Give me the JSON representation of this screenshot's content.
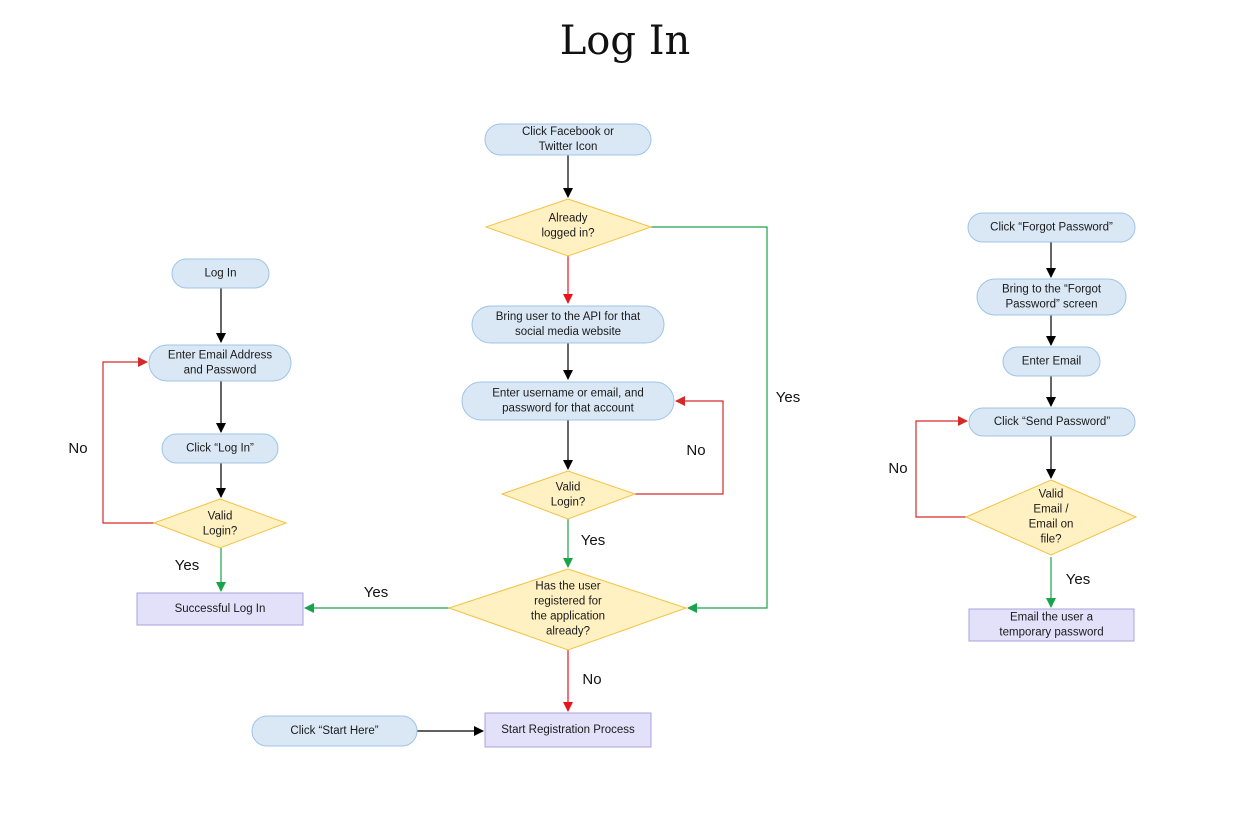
{
  "title": "Log In",
  "colors": {
    "flow": "#000000",
    "yes": "#1aa34a",
    "no": "#e8141b",
    "loop": "#d42a2a",
    "terminal_fill": "#dae8f6",
    "process_fill": "#e3e0fa",
    "decision_fill": "#fff1c2"
  },
  "nodes": {
    "fb_click": [
      "Click Facebook or",
      "Twitter Icon"
    ],
    "already_logged": [
      "Already",
      "logged in?"
    ],
    "bring_api": [
      "Bring user to the API for that",
      "social media website"
    ],
    "enter_user": [
      "Enter username or email, and",
      "password for that account"
    ],
    "valid_mid": [
      "Valid",
      "Login?"
    ],
    "registered": [
      "Has the user",
      "registered for",
      "the application",
      "already?"
    ],
    "start_reg": [
      "Start Registration Process"
    ],
    "click_start": [
      "Click “Start Here”"
    ],
    "login_start": [
      "Log In"
    ],
    "enter_email_pw": [
      "Enter Email Address",
      "and Password"
    ],
    "click_login": [
      "Click “Log In”"
    ],
    "valid_left": [
      "Valid",
      "Login?"
    ],
    "success": [
      "Successful Log In"
    ],
    "forgot_click": [
      "Click “Forgot Password”"
    ],
    "forgot_screen": [
      "Bring to the “Forgot",
      "Password” screen"
    ],
    "enter_email": [
      "Enter Email"
    ],
    "send_pw": [
      "Click “Send Password”"
    ],
    "valid_email": [
      "Valid",
      "Email /",
      "Email on",
      "file?"
    ],
    "email_temp": [
      "Email the user a",
      "temporary password"
    ]
  },
  "edge_labels": {
    "left_no": "No",
    "left_yes": "Yes",
    "mid_yes_right": "Yes",
    "mid_no": "No",
    "mid_yes": "Yes",
    "reg_yes": "Yes",
    "reg_no": "No",
    "right_no": "No",
    "right_yes": "Yes"
  }
}
